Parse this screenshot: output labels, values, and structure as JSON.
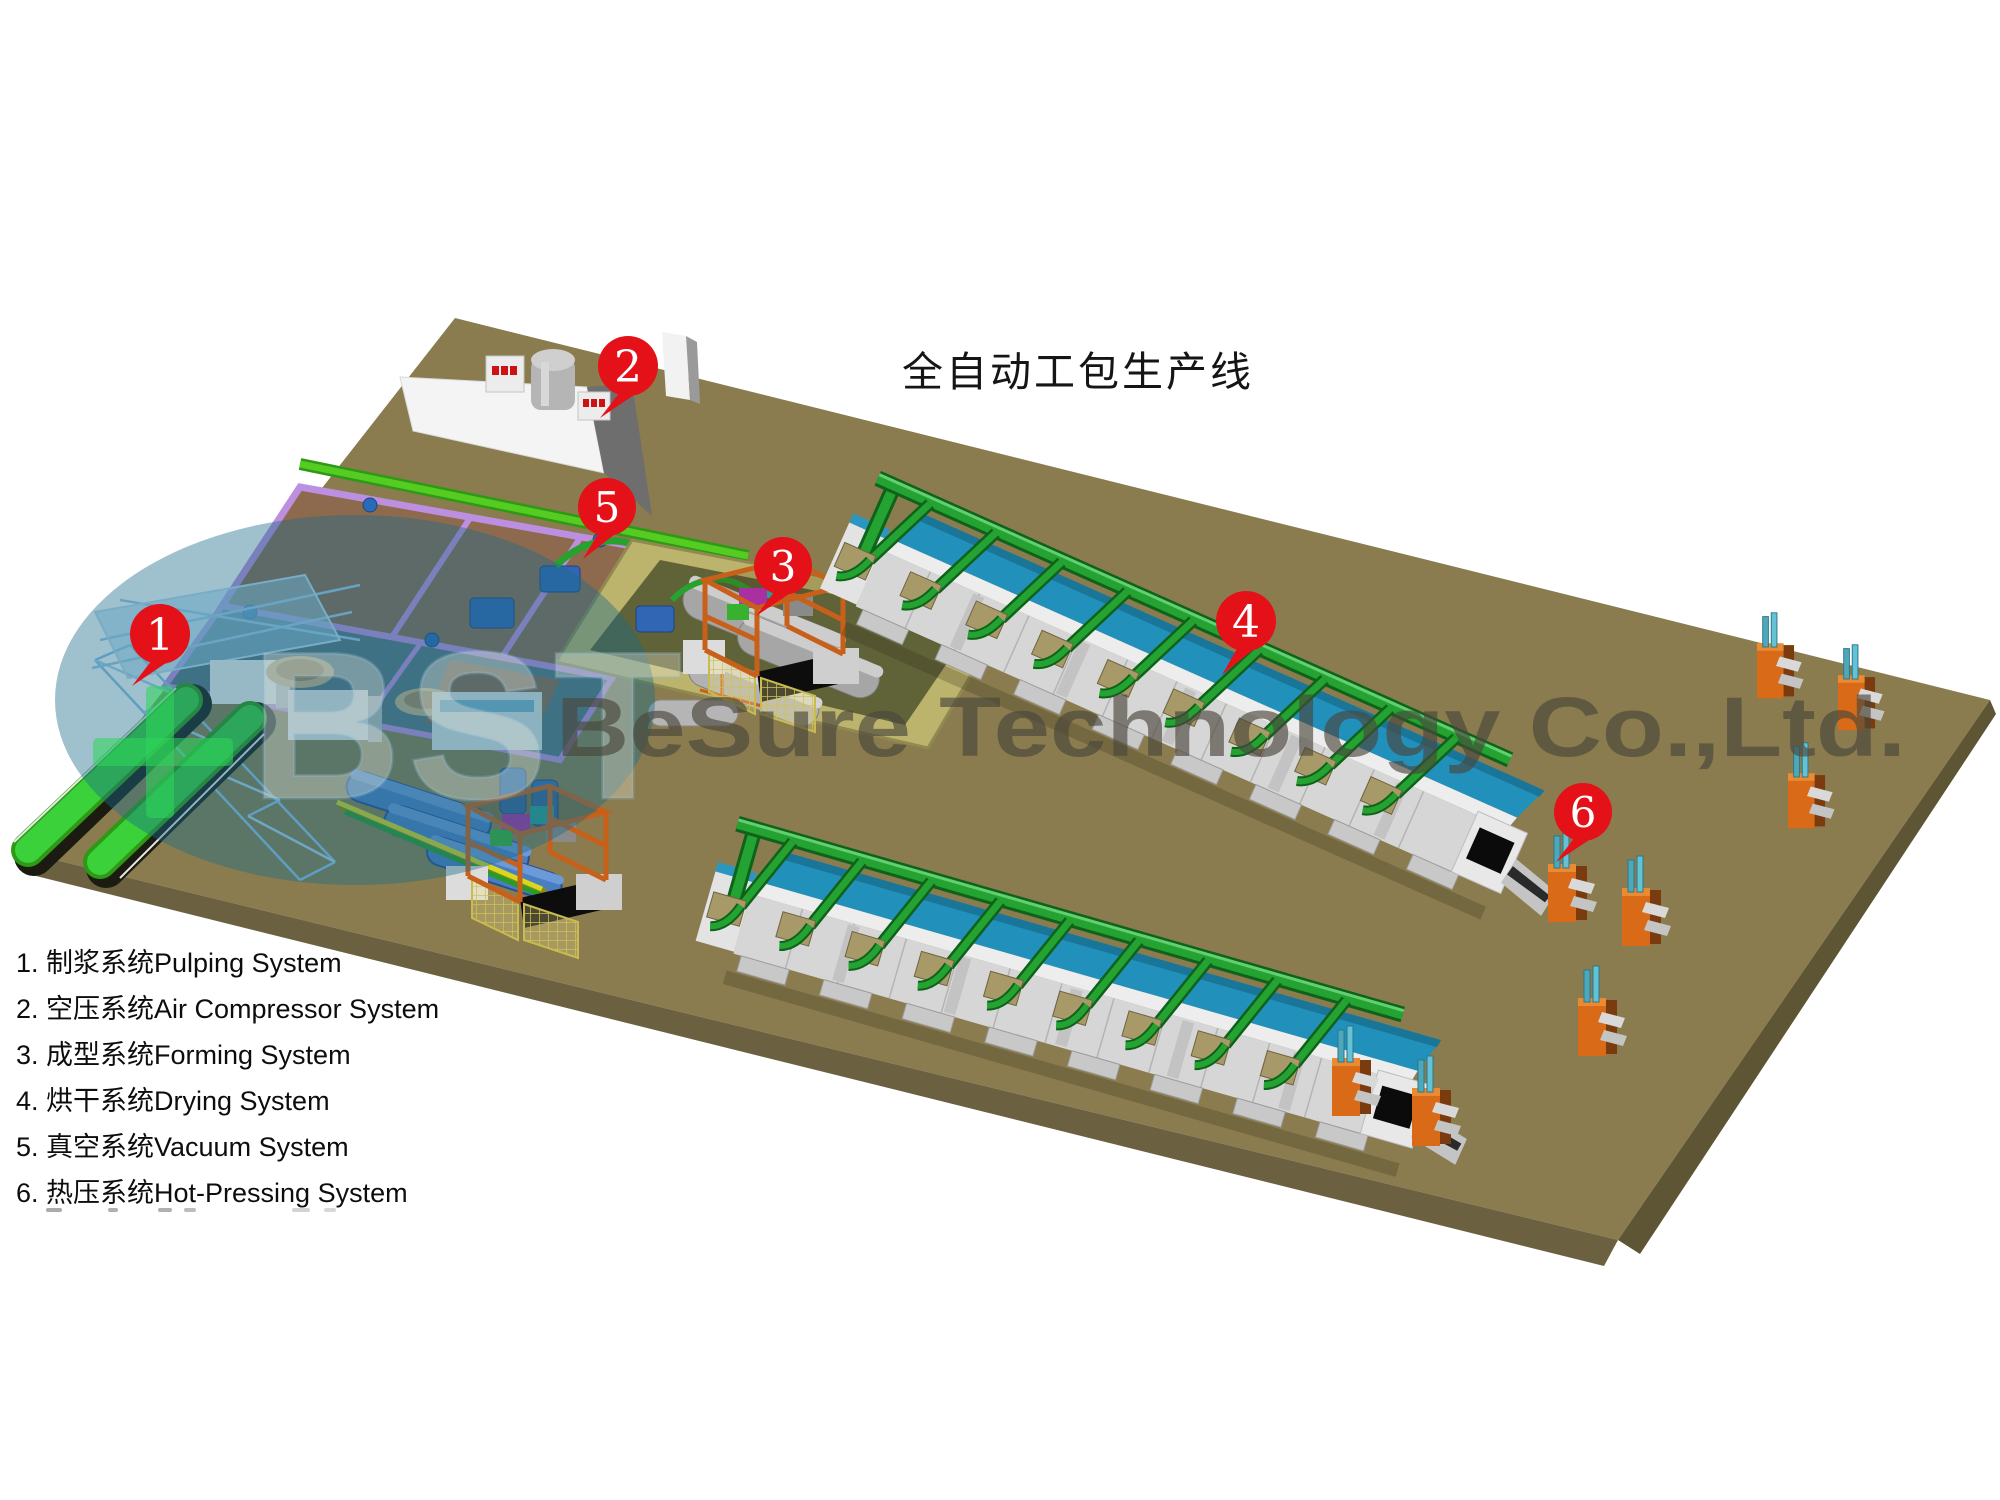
{
  "title": "全自动工包生产线",
  "watermark": {
    "text": "BeSure Technology Co.,Ltd.",
    "logo_text": "BST"
  },
  "markers": [
    {
      "label": "1"
    },
    {
      "label": "2"
    },
    {
      "label": "3"
    },
    {
      "label": "4"
    },
    {
      "label": "5"
    },
    {
      "label": "6"
    }
  ],
  "legend": {
    "items": [
      {
        "text": "1. 制浆系统Pulping System"
      },
      {
        "text": "2. 空压系统Air Compressor System"
      },
      {
        "text": "3. 成型系统Forming System"
      },
      {
        "text": "4. 烘干系统Drying System"
      },
      {
        "text": "5. 真空系统Vacuum System"
      },
      {
        "text": "6. 热压系统Hot-Pressing System"
      }
    ]
  },
  "colors": {
    "floor": "#8a7c4e",
    "floor_edge": "#6b6040",
    "marker_red": "#e41119",
    "pipe_green": "#24a332",
    "conveyor_lime": "#55cc22",
    "ramp_green": "#3ad13a",
    "tunnel_gray": "#d6d6d6",
    "roof_blue": "#2191bc",
    "frame_orange": "#c8601a",
    "press_orange": "#d86a18",
    "pit_yellow": "#bcb46c",
    "basin_brown": "#8d6a4e",
    "basin_rim_purple": "#bd8fe0",
    "pump_blue": "#3166b5",
    "tank_silver": "#a8a8a8",
    "scaffold_blue": "#8fc3e8",
    "watermark_gray": "#4a463c",
    "logo_teal": "#1a6c8a",
    "logo_green": "#2ed758"
  }
}
